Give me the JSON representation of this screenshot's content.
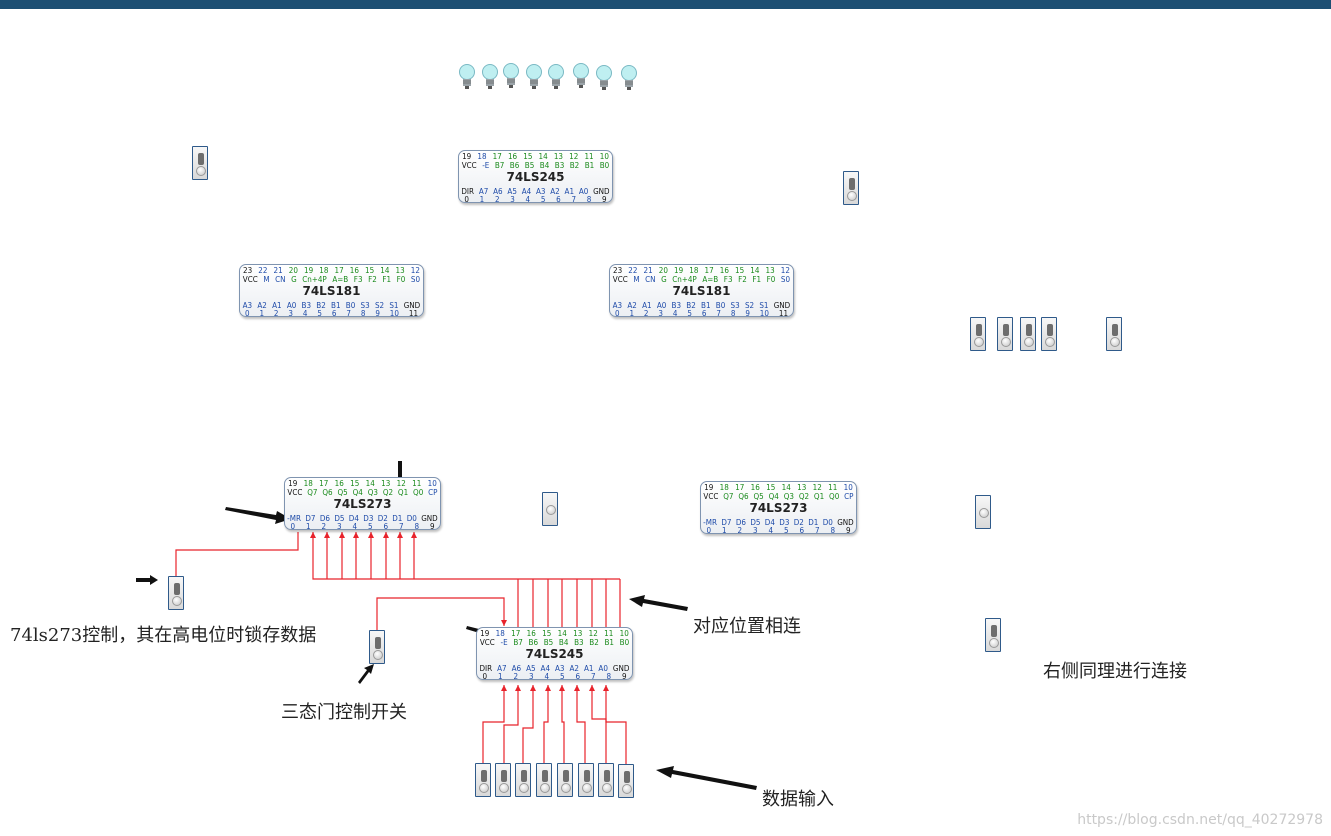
{
  "chips": [
    {
      "id": "u245-top",
      "name": "74LS245",
      "top_nums": [
        "19",
        "18",
        "17",
        "16",
        "15",
        "14",
        "13",
        "12",
        "11",
        "10"
      ],
      "top_pins": [
        "VCC",
        "-E",
        "B7",
        "B6",
        "B5",
        "B4",
        "B3",
        "B2",
        "B1",
        "B0"
      ],
      "bot_pins": [
        "DIR",
        "A7",
        "A6",
        "A5",
        "A4",
        "A3",
        "A2",
        "A1",
        "A0",
        "GND"
      ],
      "bot_nums": [
        "0",
        "1",
        "2",
        "3",
        "4",
        "5",
        "6",
        "7",
        "8",
        "9"
      ]
    },
    {
      "id": "u181-left",
      "name": "74LS181",
      "top_nums": [
        "23",
        "22",
        "21",
        "20",
        "19",
        "18",
        "17",
        "16",
        "15",
        "14",
        "13",
        "12"
      ],
      "top_pins": [
        "VCC",
        "M",
        "CN",
        "G",
        "Cn+4P",
        "A=B",
        "F3",
        "F2",
        "F1",
        "F0",
        "S0"
      ],
      "bot_pins": [
        "A3",
        "A2",
        "A1",
        "A0",
        "B3",
        "B2",
        "B1",
        "B0",
        "S3",
        "S2",
        "S1",
        "GND"
      ],
      "bot_nums": [
        "0",
        "1",
        "2",
        "3",
        "4",
        "5",
        "6",
        "7",
        "8",
        "9",
        "10",
        "11"
      ]
    },
    {
      "id": "u181-right",
      "name": "74LS181",
      "top_nums": [
        "23",
        "22",
        "21",
        "20",
        "19",
        "18",
        "17",
        "16",
        "15",
        "14",
        "13",
        "12"
      ],
      "top_pins": [
        "VCC",
        "M",
        "CN",
        "G",
        "Cn+4P",
        "A=B",
        "F3",
        "F2",
        "F1",
        "F0",
        "S0"
      ],
      "bot_pins": [
        "A3",
        "A2",
        "A1",
        "A0",
        "B3",
        "B2",
        "B1",
        "B0",
        "S3",
        "S2",
        "S1",
        "GND"
      ],
      "bot_nums": [
        "0",
        "1",
        "2",
        "3",
        "4",
        "5",
        "6",
        "7",
        "8",
        "9",
        "10",
        "11"
      ]
    },
    {
      "id": "u273-left",
      "name": "74LS273",
      "top_nums": [
        "19",
        "18",
        "17",
        "16",
        "15",
        "14",
        "13",
        "12",
        "11",
        "10"
      ],
      "top_pins": [
        "VCC",
        "Q7",
        "Q6",
        "Q5",
        "Q4",
        "Q3",
        "Q2",
        "Q1",
        "Q0",
        "CP"
      ],
      "bot_pins": [
        "-MR",
        "D7",
        "D6",
        "D5",
        "D4",
        "D3",
        "D2",
        "D1",
        "D0",
        "GND"
      ],
      "bot_nums": [
        "0",
        "1",
        "2",
        "3",
        "4",
        "5",
        "6",
        "7",
        "8",
        "9"
      ]
    },
    {
      "id": "u273-right",
      "name": "74LS273",
      "top_nums": [
        "19",
        "18",
        "17",
        "16",
        "15",
        "14",
        "13",
        "12",
        "11",
        "10"
      ],
      "top_pins": [
        "VCC",
        "Q7",
        "Q6",
        "Q5",
        "Q4",
        "Q3",
        "Q2",
        "Q1",
        "Q0",
        "CP"
      ],
      "bot_pins": [
        "-MR",
        "D7",
        "D6",
        "D5",
        "D4",
        "D3",
        "D2",
        "D1",
        "D0",
        "GND"
      ],
      "bot_nums": [
        "0",
        "1",
        "2",
        "3",
        "4",
        "5",
        "6",
        "7",
        "8",
        "9"
      ]
    },
    {
      "id": "u245-bottom",
      "name": "74LS245",
      "top_nums": [
        "19",
        "18",
        "17",
        "16",
        "15",
        "14",
        "13",
        "12",
        "11",
        "10"
      ],
      "top_pins": [
        "VCC",
        "-E",
        "B7",
        "B6",
        "B5",
        "B4",
        "B3",
        "B2",
        "B1",
        "B0"
      ],
      "bot_pins": [
        "DIR",
        "A7",
        "A6",
        "A5",
        "A4",
        "A3",
        "A2",
        "A1",
        "A0",
        "GND"
      ],
      "bot_nums": [
        "0",
        "1",
        "2",
        "3",
        "4",
        "5",
        "6",
        "7",
        "8",
        "9"
      ]
    }
  ],
  "annotations": {
    "latch_control": "74ls273控制，其在高电位时锁存数据",
    "connect_positions": "对应位置相连",
    "tristate_switch": "三态门控制开关",
    "right_same": "右侧同理进行连接",
    "data_input": "数据输入"
  },
  "watermark": "https://blog.csdn.net/qq_40272978",
  "colors": {
    "top_bar": "#1d4f73",
    "wire": "#e8232b",
    "pin_blue": "#1d4aa8",
    "pin_green": "#18891a",
    "chip_border": "#7f94b0",
    "switch_border": "#2f5a8a"
  },
  "icons": {
    "bulb": "light-bulb-icon",
    "switch": "toggle-switch-icon",
    "arrow": "arrow-icon"
  }
}
